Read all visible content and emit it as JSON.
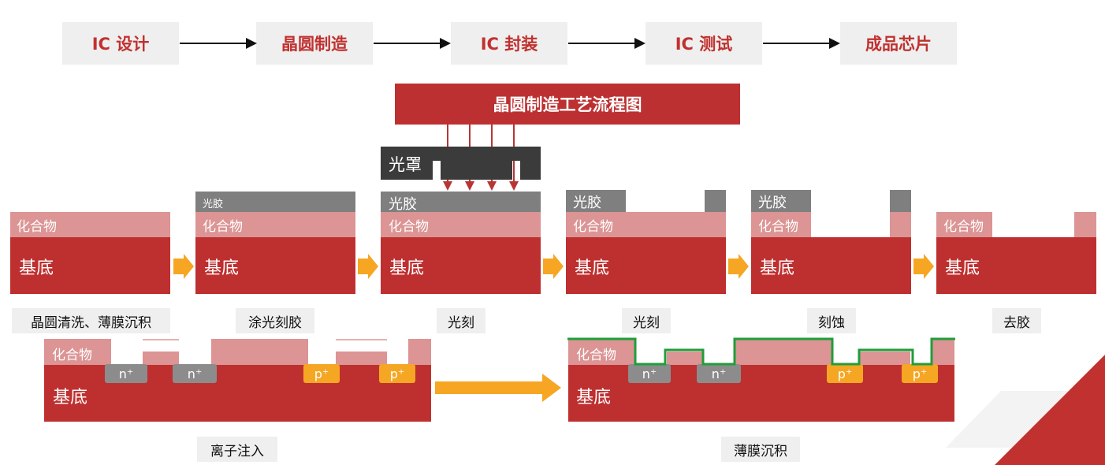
{
  "flow": {
    "steps": [
      "IC 设计",
      "晶圆制造",
      "IC 封装",
      "IC 测试",
      "成品芯片"
    ]
  },
  "banner": {
    "title": "晶圆制造工艺流程图"
  },
  "mask": {
    "label": "光罩"
  },
  "labels": {
    "substrate": "基底",
    "compound": "化合物",
    "photoresist": "光胶"
  },
  "doping": {
    "n": "n⁺",
    "p": "p⁺"
  },
  "captions": [
    "晶圆清洗、薄膜沉积",
    "涂光刻胶",
    "光刻",
    "光刻",
    "刻蚀",
    "去胶",
    "离子注入",
    "薄膜沉积"
  ],
  "colors": {
    "accent_red": "#be3030",
    "compound_pink": "#dc9494",
    "resist_gray": "#7f7f7f",
    "arrow_orange": "#f6a623",
    "film_green": "#1f9e3a"
  }
}
